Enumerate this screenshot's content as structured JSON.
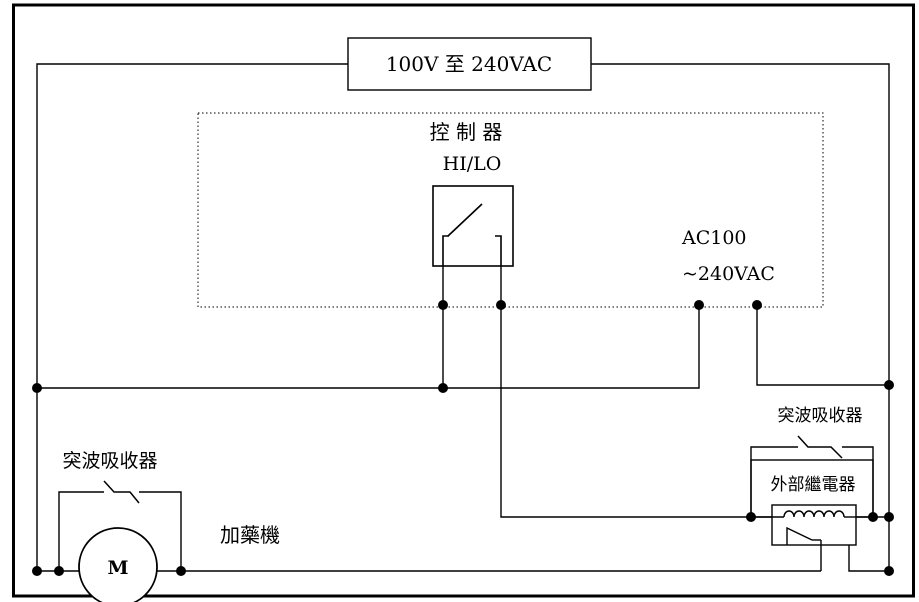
{
  "labels": {
    "supply": "100V 至 240VAC",
    "controller": "控 制 器",
    "hilo": "HI/LO",
    "ac_line1": "AC100",
    "ac_line2": "~240VAC",
    "surge_right": "突波吸收器",
    "relay": "外部繼電器",
    "surge_left": "突波吸收器",
    "motor_letter": "M",
    "dosing_machine": "加藥機"
  }
}
